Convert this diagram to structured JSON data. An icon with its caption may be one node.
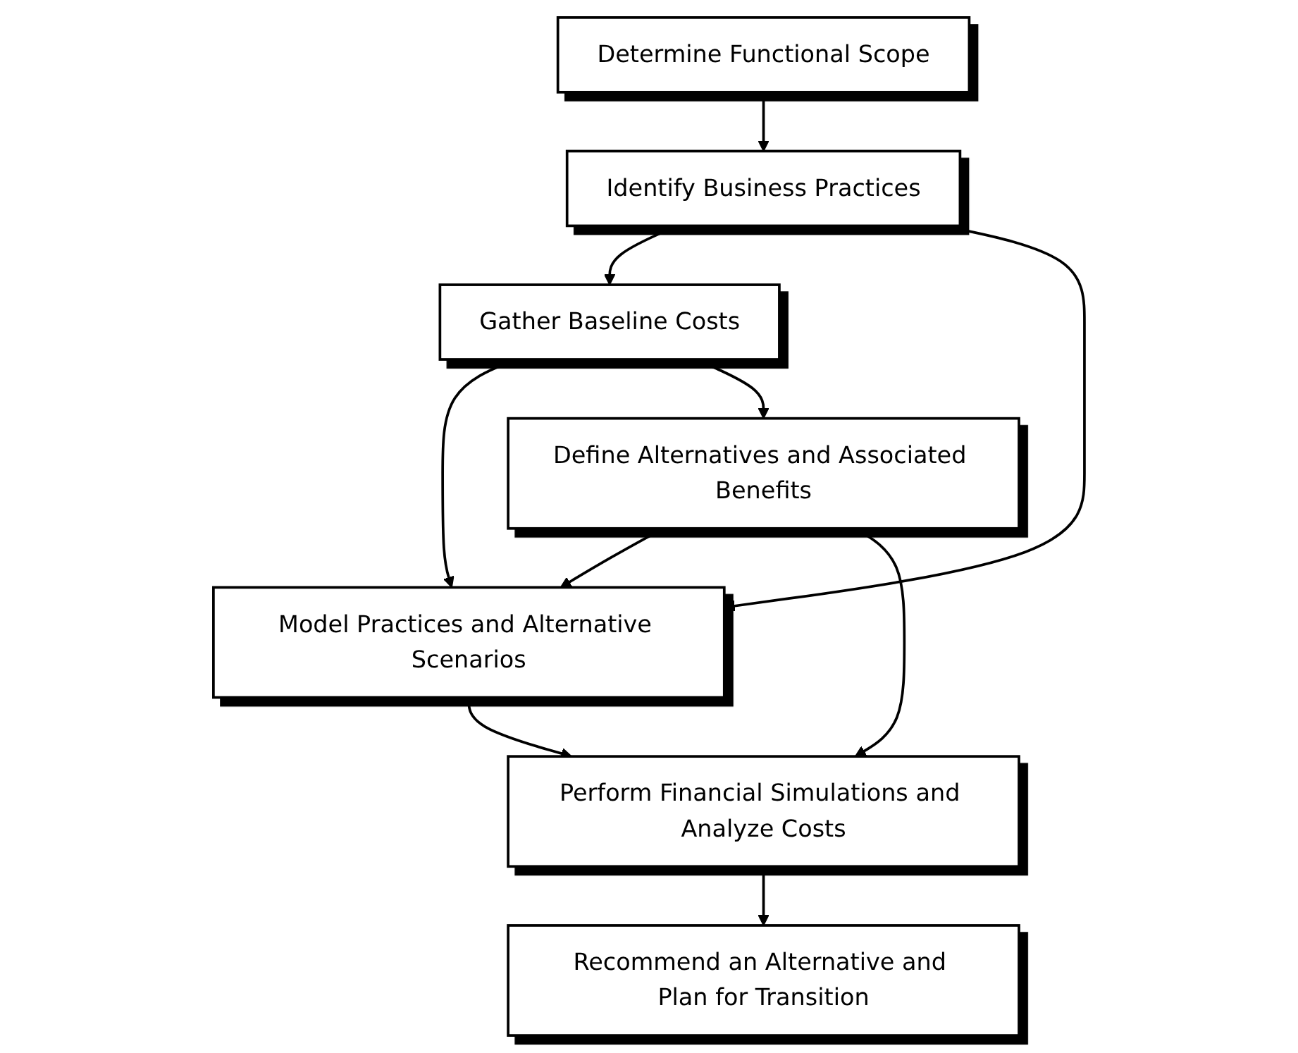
{
  "diagram": {
    "nodes": [
      {
        "text": [
          "Determine Functional Scope"
        ]
      },
      {
        "text": [
          "Identify Business Practices"
        ]
      },
      {
        "text": [
          "Gather Baseline Costs"
        ]
      },
      {
        "text": [
          "Model Practices and Alternative Scenarios"
        ]
      },
      {
        "text": [
          "Define Alternatives and Associated Benefits"
        ]
      },
      {
        "text": [
          "Perform Financial Simulations and Analyze Costs"
        ]
      },
      {
        "text": [
          "Recommend an Alternative and Plan for Transition"
        ]
      }
    ],
    "edges": [
      {
        "from": 0,
        "to": 1,
        "arrow": "to"
      },
      {
        "from": 1,
        "to": 2,
        "arrow": "to"
      },
      {
        "from": 1,
        "to": 3,
        "arrow": "to"
      },
      {
        "from": 2,
        "to": 3,
        "arrow": "to"
      },
      {
        "from": 2,
        "to": 4,
        "arrow": "to"
      },
      {
        "from": 4,
        "to": 3,
        "arrow": "to"
      },
      {
        "from": 4,
        "to": 5,
        "arrow": "to"
      },
      {
        "from": 3,
        "to": 5,
        "arrow": "to"
      },
      {
        "from": 5,
        "to": 6,
        "arrow": "to"
      }
    ]
  }
}
